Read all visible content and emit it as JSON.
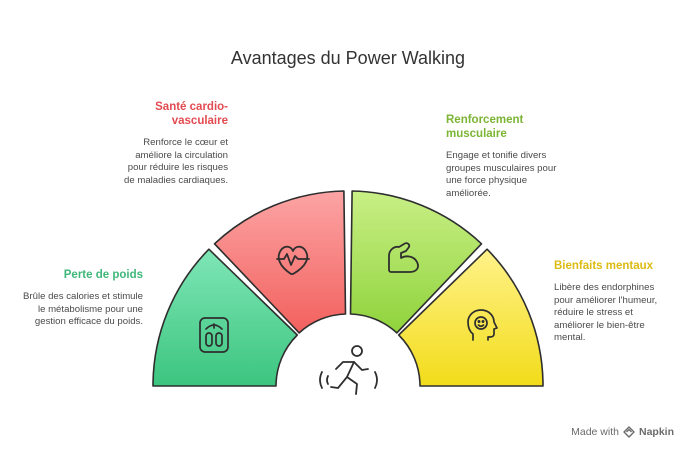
{
  "title": "Avantages du Power Walking",
  "segments": [
    {
      "id": "cardio",
      "title": "Santé cardio-vasculaire",
      "description": "Renforce le cœur et améliore la circulation pour réduire les risques de maladies cardiaques.",
      "icon": "heart-pulse-icon",
      "color": "#e24b50"
    },
    {
      "id": "muscle",
      "title": "Renforcement musculaire",
      "description": "Engage et tonifie divers groupes musculaires pour une force physique améliorée.",
      "icon": "flexed-arm-icon",
      "color": "#7cb534"
    },
    {
      "id": "mental",
      "title": "Bienfaits mentaux",
      "description": "Libère des endorphines pour améliorer l'humeur, réduire le stress et améliorer le bien-être mental.",
      "icon": "smiling-head-icon",
      "color": "#dcbb12"
    },
    {
      "id": "poids",
      "title": "Perte de poids",
      "description": "Brûle des calories et stimule le métabolisme pour une gestion efficace du poids.",
      "icon": "scale-icon",
      "color": "#3fb77a"
    }
  ],
  "center_icon": "walking-person-icon",
  "footer": {
    "made_with": "Made with",
    "brand": "Napkin"
  }
}
